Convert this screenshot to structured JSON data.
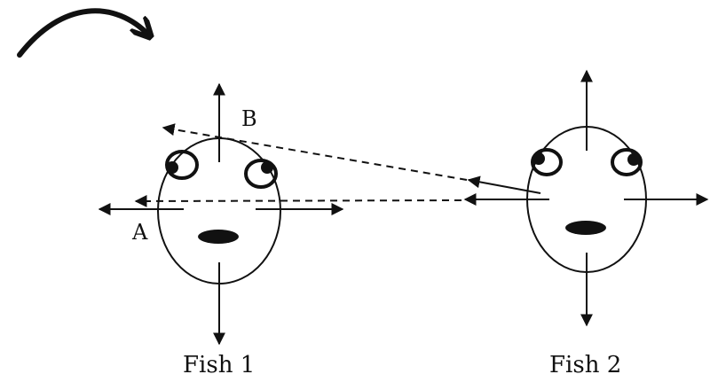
{
  "labels": {
    "point_a": "A",
    "point_b": "B",
    "fish_1": "Fish 1",
    "fish_2": "Fish 2"
  },
  "colors": {
    "ink": "#111111",
    "background": "#ffffff"
  },
  "icons": {
    "rotation_arrow": "curved-arrow-icon"
  }
}
